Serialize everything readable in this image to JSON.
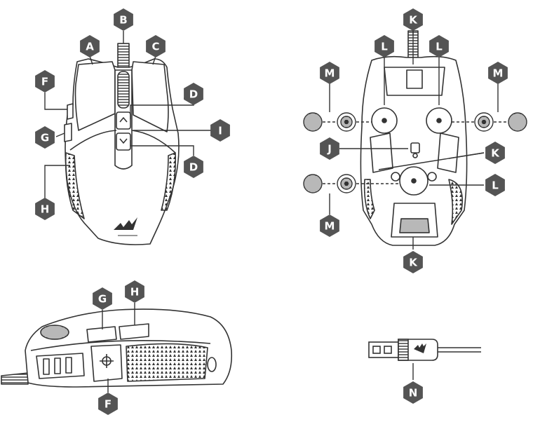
{
  "callouts": {
    "A": "A",
    "B": "B",
    "C": "C",
    "D": "D",
    "F": "F",
    "G": "G",
    "H": "H",
    "I": "I",
    "J": "J",
    "K": "K",
    "L": "L",
    "M": "M",
    "N": "N"
  },
  "colors": {
    "marker": "#545454",
    "outline": "#333333",
    "background": "#ffffff"
  }
}
